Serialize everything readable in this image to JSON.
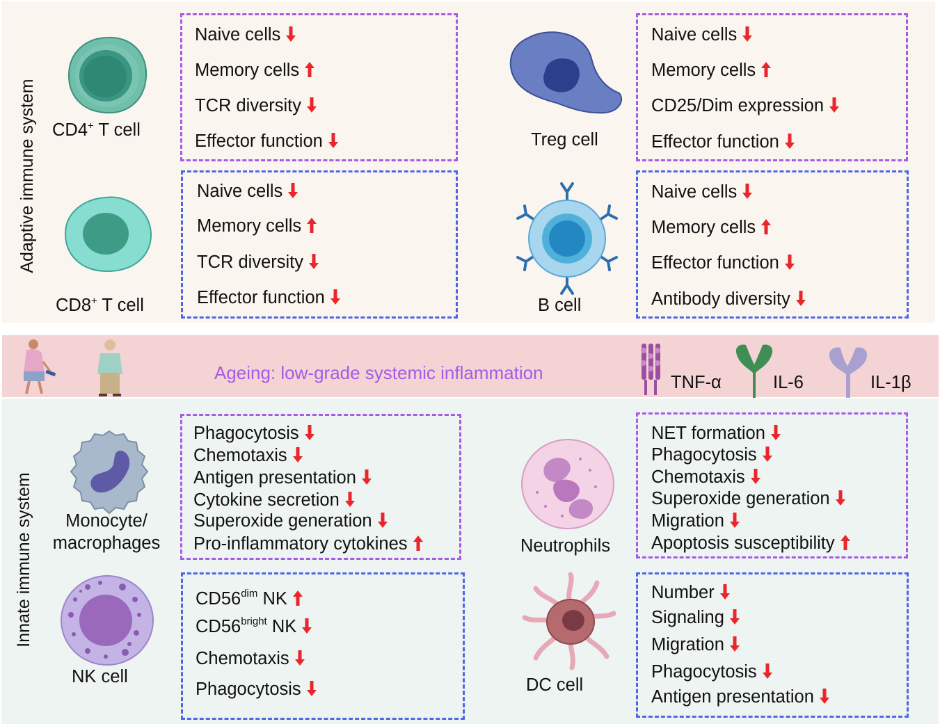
{
  "sections": {
    "adaptive": "Adaptive immune system",
    "innate": "Innate immune system"
  },
  "band": {
    "title": "Ageing: low-grade systemic inflammation",
    "cytokines": [
      "TNF-α",
      "IL-6",
      "IL-1β"
    ]
  },
  "cells": {
    "cd4": {
      "name": "CD4",
      "sup": "+",
      "suffix": " T cell"
    },
    "cd8": {
      "name": "CD8",
      "sup": "+",
      "suffix": " T cell"
    },
    "treg": {
      "name": "Treg cell"
    },
    "bcell": {
      "name": "B cell"
    },
    "mono": {
      "line1": "Monocyte/",
      "line2": "macrophages"
    },
    "nk": {
      "name": "NK cell"
    },
    "neut": {
      "name": "Neutrophils"
    },
    "dc": {
      "name": "DC cell"
    }
  },
  "boxes": {
    "cd4": [
      {
        "text": "Naive cells",
        "dir": "down"
      },
      {
        "text": "Memory cells",
        "dir": "up"
      },
      {
        "text": "TCR diversity",
        "dir": "down"
      },
      {
        "text": "Effector function",
        "dir": "down"
      }
    ],
    "cd8": [
      {
        "text": "Naive cells",
        "dir": "down"
      },
      {
        "text": "Memory cells",
        "dir": "up"
      },
      {
        "text": "TCR diversity",
        "dir": "down"
      },
      {
        "text": "Effector function",
        "dir": "down"
      }
    ],
    "treg": [
      {
        "text": "Naive cells",
        "dir": "down"
      },
      {
        "text": "Memory cells",
        "dir": "up"
      },
      {
        "text": "CD25/Dim expression",
        "dir": "down"
      },
      {
        "text": "Effector function",
        "dir": "down"
      }
    ],
    "bcell": [
      {
        "text": "Naive cells",
        "dir": "down"
      },
      {
        "text": "Memory cells",
        "dir": "up"
      },
      {
        "text": "Effector function",
        "dir": "down"
      },
      {
        "text": "Antibody diversity",
        "dir": "down"
      }
    ],
    "mono": [
      {
        "text": "Phagocytosis",
        "dir": "down"
      },
      {
        "text": "Chemotaxis",
        "dir": "down"
      },
      {
        "text": "Antigen presentation",
        "dir": "down"
      },
      {
        "text": "Cytokine secretion",
        "dir": "down"
      },
      {
        "text": "Superoxide generation",
        "dir": "down"
      },
      {
        "text": "Pro-inflammatory cytokines",
        "dir": "up"
      }
    ],
    "nk": [
      {
        "text": "CD56",
        "sup": "dim",
        "after": " NK",
        "dir": "up"
      },
      {
        "text": "CD56",
        "sup": "bright",
        "after": " NK",
        "dir": "down"
      },
      {
        "text": "Chemotaxis",
        "dir": "down"
      },
      {
        "text": "Phagocytosis",
        "dir": "down"
      }
    ],
    "neut": [
      {
        "text": "NET formation",
        "dir": "down"
      },
      {
        "text": "Phagocytosis",
        "dir": "down"
      },
      {
        "text": "Chemotaxis",
        "dir": "down"
      },
      {
        "text": "Superoxide generation",
        "dir": "down"
      },
      {
        "text": "Migration",
        "dir": "down"
      },
      {
        "text": "Apoptosis susceptibility",
        "dir": "up"
      }
    ],
    "dc": [
      {
        "text": "Number",
        "dir": "down"
      },
      {
        "text": "Signaling",
        "dir": "down"
      },
      {
        "text": "Migration",
        "dir": "down"
      },
      {
        "text": "Phagocytosis",
        "dir": "down"
      },
      {
        "text": "Antigen presentation",
        "dir": "down"
      }
    ]
  },
  "colors": {
    "arrow": "#e8262b",
    "purple_border": "#a45be6",
    "blue_border": "#4c67e6",
    "band_title": "#a45be6"
  },
  "icons": [
    "down-arrow-icon",
    "up-arrow-icon",
    "elderly-woman-icon",
    "elderly-man-icon",
    "tnf-receptor-icon",
    "il6-receptor-icon",
    "il1b-receptor-icon"
  ]
}
